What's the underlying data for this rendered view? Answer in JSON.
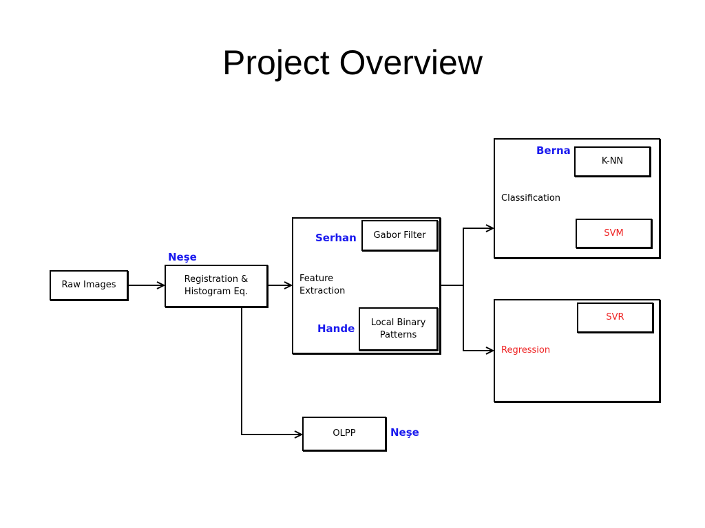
{
  "slide": {
    "title": "Project Overview"
  },
  "colors": {
    "name": "#1a1aee",
    "highlight": "#ee2222",
    "line": "#000000"
  },
  "nodes": {
    "raw": "Raw Images",
    "registration": "Registration &\nHistogram Eq.",
    "feature": "Feature\nExtraction",
    "gabor": "Gabor Filter",
    "lbp": "Local Binary\nPatterns",
    "olpp": "OLPP",
    "classification": "Classification",
    "knn": "K-NN",
    "svm": "SVM",
    "regression": "Regression",
    "svr": "SVR"
  },
  "people": {
    "nese_top": "Neşe",
    "serhan": "Serhan",
    "hande": "Hande",
    "nese_bottom": "Neşe",
    "berna": "Berna"
  }
}
